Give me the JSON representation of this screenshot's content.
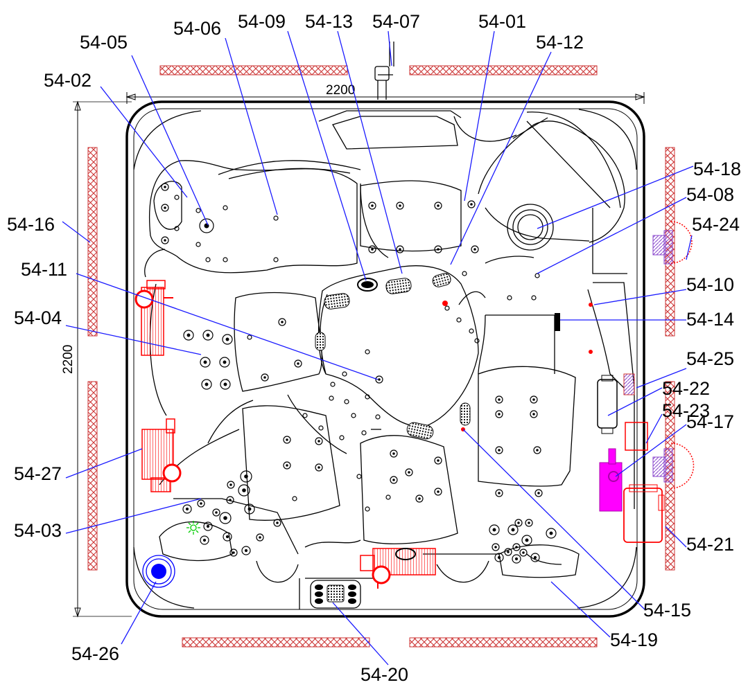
{
  "dimensions": {
    "width_label": "2200",
    "height_label": "2200"
  },
  "callouts": [
    {
      "id": "54-01",
      "label": "54-01"
    },
    {
      "id": "54-02",
      "label": "54-02"
    },
    {
      "id": "54-03",
      "label": "54-03"
    },
    {
      "id": "54-04",
      "label": "54-04"
    },
    {
      "id": "54-05",
      "label": "54-05"
    },
    {
      "id": "54-06",
      "label": "54-06"
    },
    {
      "id": "54-07",
      "label": "54-07"
    },
    {
      "id": "54-08",
      "label": "54-08"
    },
    {
      "id": "54-09",
      "label": "54-09"
    },
    {
      "id": "54-10",
      "label": "54-10"
    },
    {
      "id": "54-11",
      "label": "54-11"
    },
    {
      "id": "54-12",
      "label": "54-12"
    },
    {
      "id": "54-13",
      "label": "54-13"
    },
    {
      "id": "54-14",
      "label": "54-14"
    },
    {
      "id": "54-15",
      "label": "54-15"
    },
    {
      "id": "54-16",
      "label": "54-16"
    },
    {
      "id": "54-17",
      "label": "54-17"
    },
    {
      "id": "54-18",
      "label": "54-18"
    },
    {
      "id": "54-19",
      "label": "54-19"
    },
    {
      "id": "54-20",
      "label": "54-20"
    },
    {
      "id": "54-21",
      "label": "54-21"
    },
    {
      "id": "54-22",
      "label": "54-22"
    },
    {
      "id": "54-23",
      "label": "54-23"
    },
    {
      "id": "54-24",
      "label": "54-24"
    },
    {
      "id": "54-25",
      "label": "54-25"
    },
    {
      "id": "54-26",
      "label": "54-26"
    },
    {
      "id": "54-27",
      "label": "54-27"
    }
  ],
  "colors": {
    "outline": "#000000",
    "leader": "#1a1aff",
    "pump": "#ff0000",
    "hatch": "#cc3333",
    "filter": "#ff00ff",
    "speaker": "#0000ff",
    "light": "#00cc00",
    "heater": "#8844cc"
  }
}
